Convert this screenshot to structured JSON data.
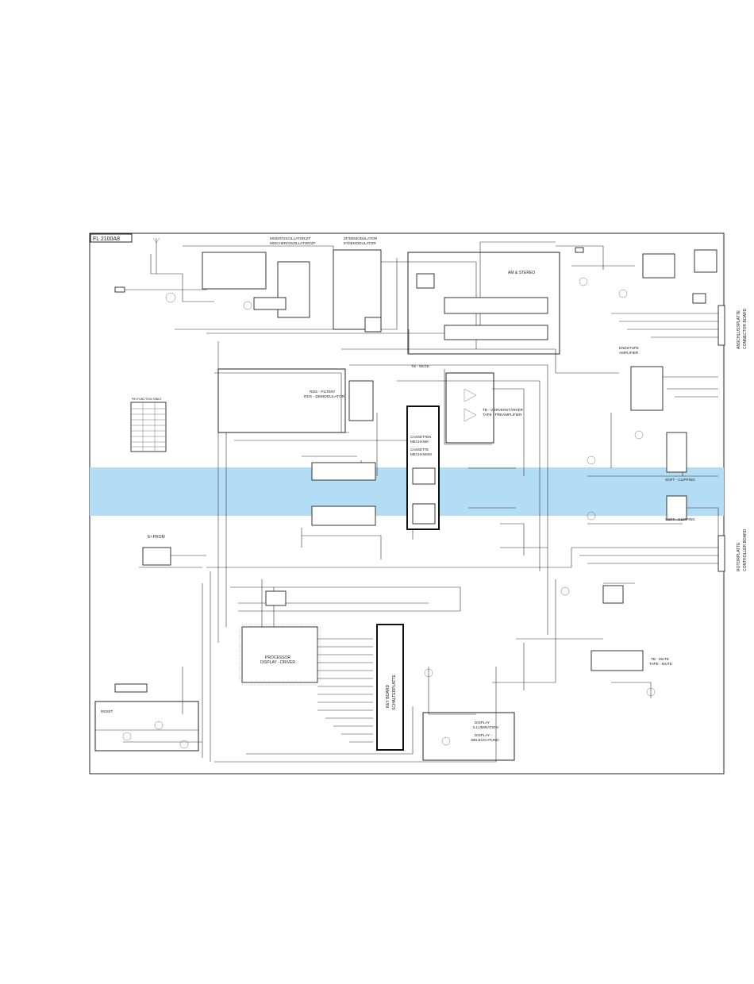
{
  "model_id": "FL 2100A8",
  "highlight_color": "#b3dcf5",
  "line_color": "#222222",
  "blocks": {
    "mixer": {
      "line1": "MIXER/OSCILLATOR/ZF",
      "line2": "MISCHER/OSZILLATOR/ZF"
    },
    "demod": {
      "line1": "ZF/DEMODULATOR",
      "line2": "IF/DEMODULATOR"
    },
    "stereo": {
      "line1": "AM & STEREO"
    },
    "rds": {
      "line1": "RDS - FILTER/",
      "line2": "RDS - DEMODULATOR"
    },
    "tb_mute": {
      "line1": "TB - MUTE"
    },
    "cassette": {
      "line1": "CASSETTEN",
      "line2": "MECHANIK",
      "line3": "CASSETTE",
      "line4": "MECHANISM"
    },
    "tape_preamp": {
      "line1": "TB - VORVERSTÄRKER",
      "line2": "TAPE - PREAMPLIFIER"
    },
    "endstufe": {
      "line1": "ENDSTUFE",
      "line2": "AMPLIFIER"
    },
    "soft_clip_1": "SOFT - CLIPPING",
    "soft_clip_2": "SOFT - CLIPPING",
    "eeprom": "E²-PROM",
    "processor": {
      "line1": "PROCESSOR",
      "line2": "DISPLAY - DRIVER"
    },
    "key_board": {
      "line1": "KEY BOARD",
      "line2": "SCHALTERPLATTE"
    },
    "display": {
      "line1": "DISPLAY",
      "line2": "ILLUMINATION",
      "line3": "DISPLAY -",
      "line4": "BELEUCHTUNG"
    },
    "tb_mute_bottom": {
      "line1": "TB - MUTE",
      "line2": "TAPE - MUTE"
    },
    "reset": "RESET"
  },
  "connectors": {
    "top_right": {
      "line1": "ANSCHLUSSPLATTE",
      "line2": "CONNECTOR BOARD"
    },
    "bottom_right": {
      "line1": "ROTORPLATTE",
      "line2": "CONTROLLER BOARD"
    }
  },
  "table_header": "PIN FUNCTION TABLE"
}
